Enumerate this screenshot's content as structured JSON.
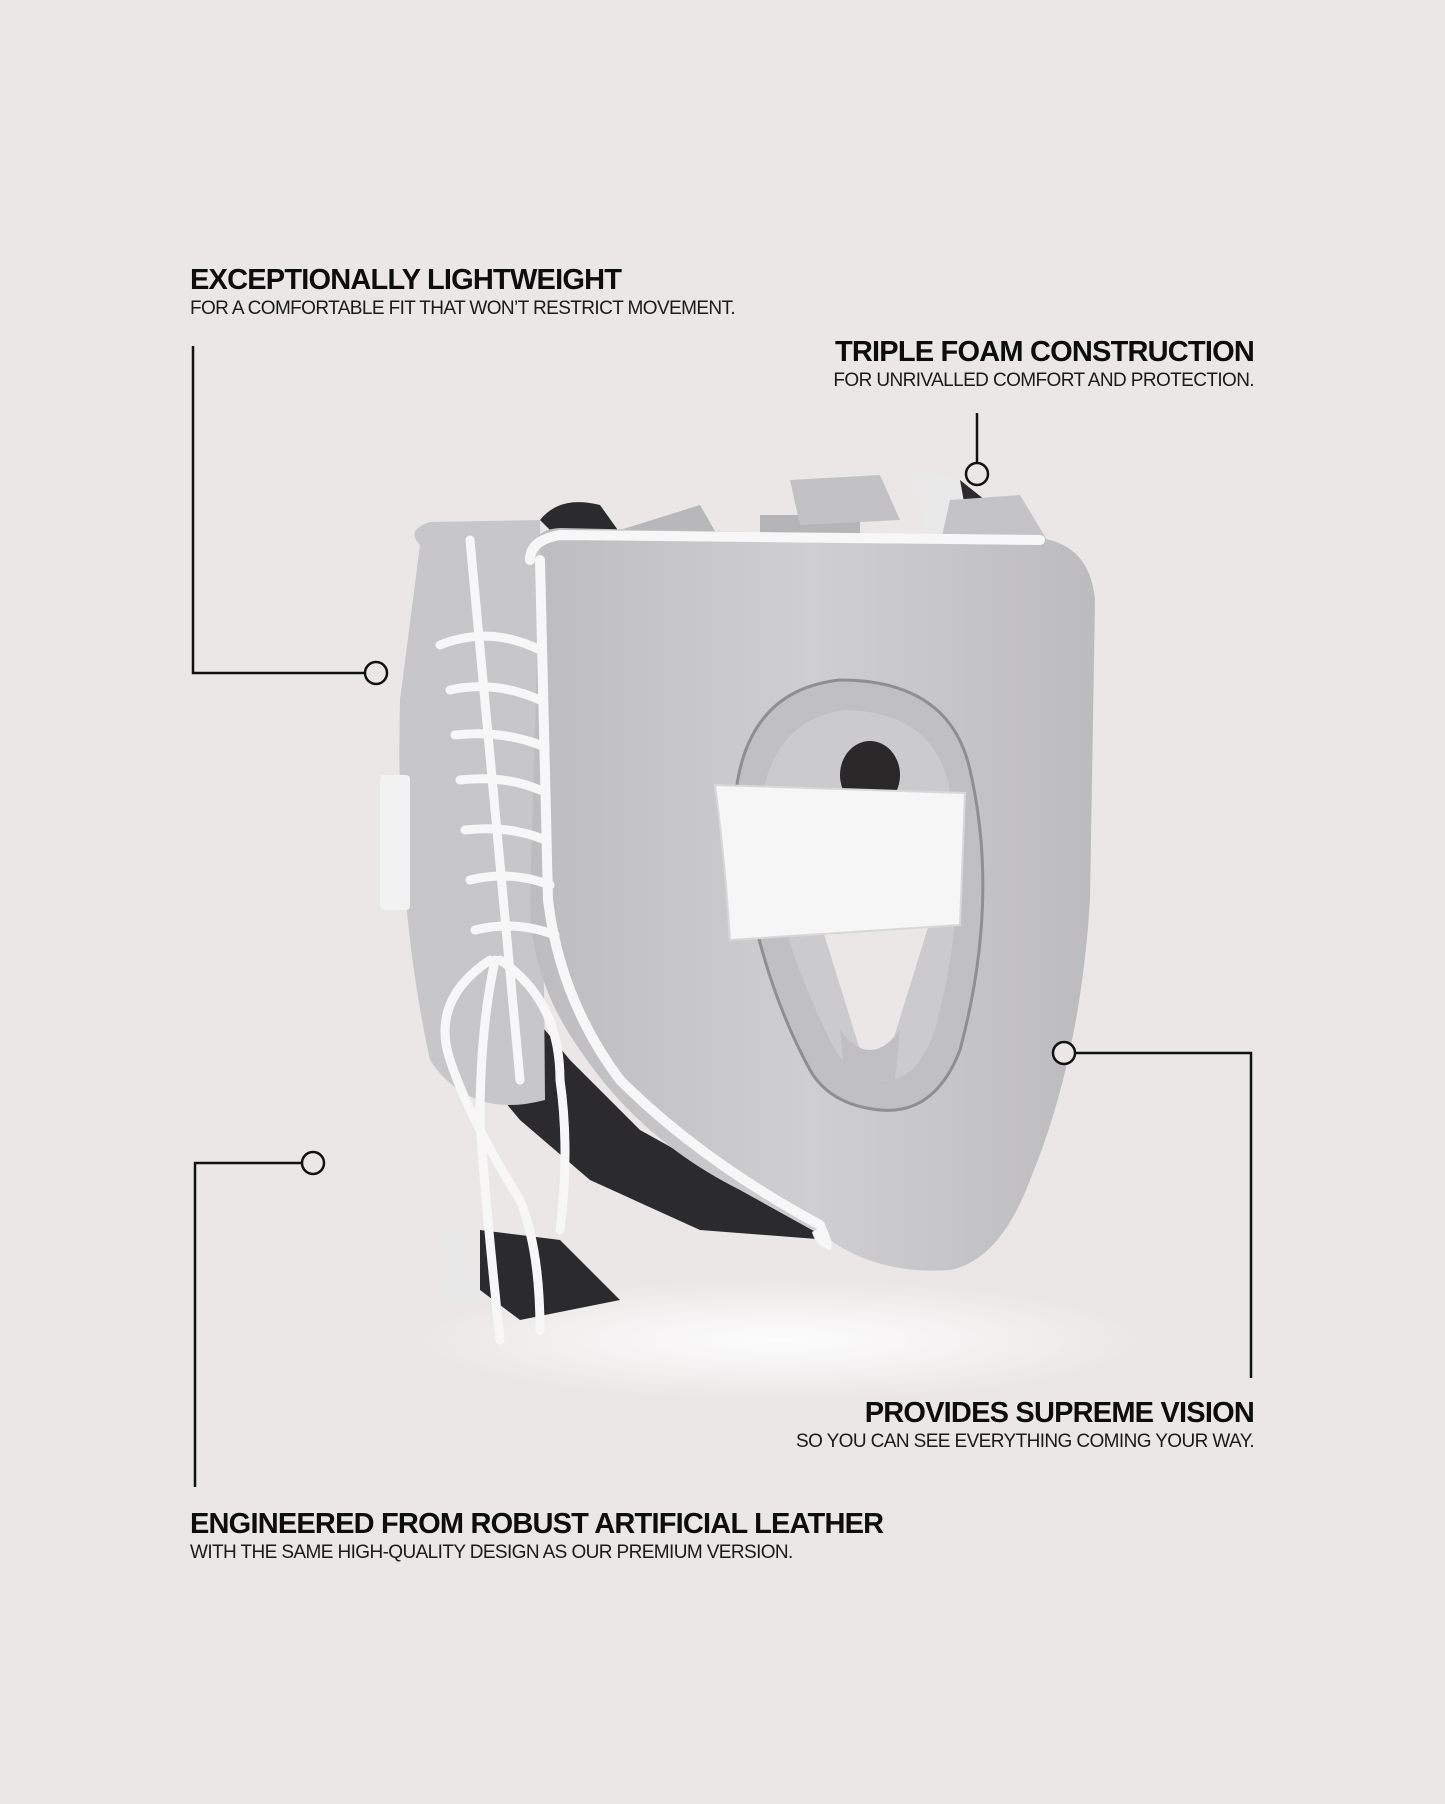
{
  "colors": {
    "background": "#ebe7e7",
    "helmet_grey": "#c9c8ca",
    "helmet_white": "#f7f7f7",
    "helmet_dark": "#2b2a2c",
    "line": "#111111"
  },
  "callouts": [
    {
      "id": "lightweight",
      "title": "EXCEPTIONALLY LIGHTWEIGHT",
      "subtitle": "FOR A COMFORTABLE FIT THAT WON’T RESTRICT MOVEMENT."
    },
    {
      "id": "foam",
      "title": "TRIPLE FOAM CONSTRUCTION",
      "subtitle": "FOR UNRIVALLED COMFORT AND PROTECTION."
    },
    {
      "id": "vision",
      "title": "PROVIDES SUPREME VISION",
      "subtitle": "SO YOU CAN SEE EVERYTHING COMING YOUR WAY."
    },
    {
      "id": "leather",
      "title": "ENGINEERED FROM ROBUST ARTIFICIAL LEATHER",
      "subtitle": "WITH THE SAME HIGH-QUALITY DESIGN AS OUR PREMIUM VERSION."
    }
  ],
  "product": {
    "image_alt": "grey and white boxing head guard"
  }
}
